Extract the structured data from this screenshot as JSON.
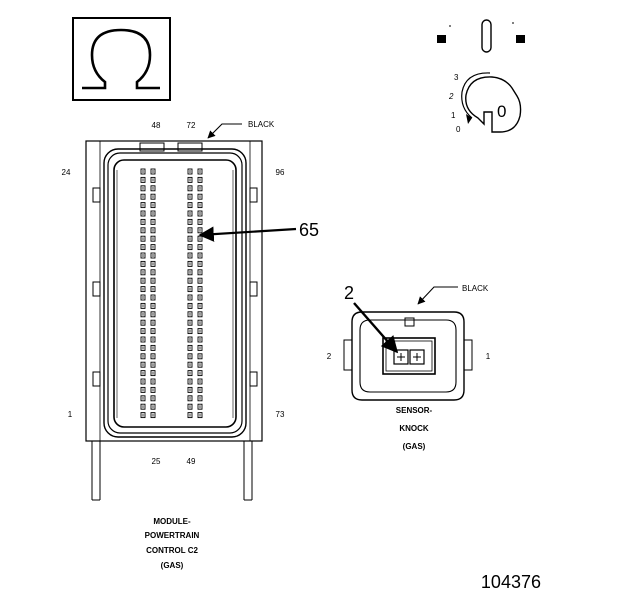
{
  "symbols": {
    "ohm_icon": "ohm-icon",
    "ohm_glyph": "Ω",
    "ignition_icon": "ignition-key-icon"
  },
  "ignition": {
    "positions": [
      "3",
      "2",
      "1",
      "0"
    ],
    "key_label": "0"
  },
  "module_connector": {
    "pin_48": "48",
    "pin_72": "72",
    "pin_24": "24",
    "pin_96": "96",
    "pin_1": "1",
    "pin_73": "73",
    "pin_25": "25",
    "pin_49": "49",
    "color_label": "BLACK",
    "callout": "65",
    "caption": [
      "MODULE-",
      "POWERTRAIN",
      "CONTROL C2",
      "(GAS)"
    ]
  },
  "knock_sensor_connector": {
    "callout": "2",
    "color_label": "BLACK",
    "pin_left": "2",
    "pin_right": "1",
    "caption": [
      "SENSOR-",
      "KNOCK",
      "(GAS)"
    ]
  },
  "figure_number": "104376",
  "colors": {
    "line": "#000000",
    "background": "#ffffff"
  }
}
